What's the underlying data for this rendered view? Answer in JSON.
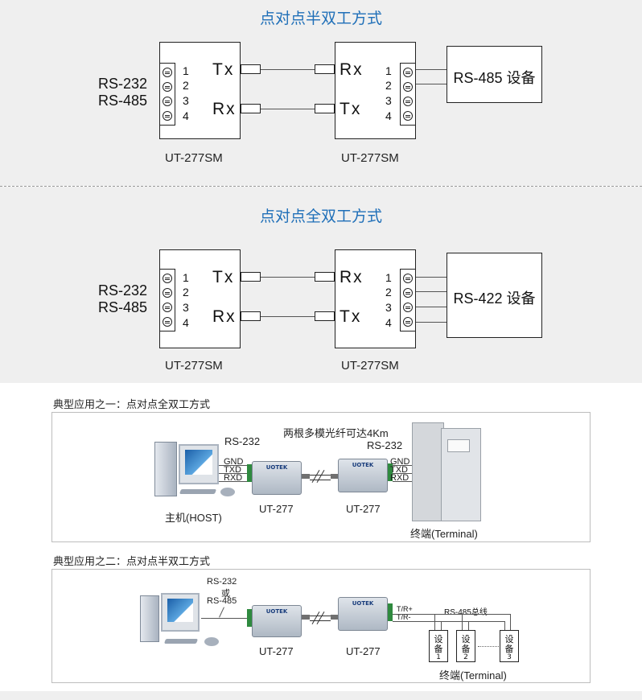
{
  "half_duplex": {
    "title": "点对点半双工方式",
    "left_labels": [
      "RS-232",
      "RS-485"
    ],
    "left_pins": [
      "1",
      "2",
      "3",
      "4"
    ],
    "left_tx": "Tx",
    "left_rx": "Rx",
    "right_rx": "Rx",
    "right_tx": "Tx",
    "right_pins": [
      "1",
      "2",
      "3",
      "4"
    ],
    "left_caption": "UT-277SM",
    "right_caption": "UT-277SM",
    "device": "RS-485 设备"
  },
  "full_duplex": {
    "title": "点对点全双工方式",
    "left_labels": [
      "RS-232",
      "RS-485"
    ],
    "left_pins": [
      "1",
      "2",
      "3",
      "4"
    ],
    "left_tx": "Tx",
    "left_rx": "Rx",
    "right_rx": "Rx",
    "right_tx": "Tx",
    "right_pins": [
      "1",
      "2",
      "3",
      "4"
    ],
    "left_caption": "UT-277SM",
    "right_caption": "UT-277SM",
    "device": "RS-422 设备"
  },
  "app1": {
    "title": "典型应用之一：点对点全双工方式",
    "rs232_left": "RS-232",
    "fiber_label": "两根多模光纤可达4Km",
    "rs232_right": "RS-232",
    "left_signals": [
      "GND",
      "TXD",
      "RXD"
    ],
    "right_signals": [
      "GND",
      "TXD",
      "RXD"
    ],
    "host_caption": "主机(HOST)",
    "left_device": "UT-277",
    "right_device": "UT-277",
    "terminal_caption": "终端(Terminal)",
    "brand": "UOTEK"
  },
  "app2": {
    "title": "典型应用之二：点对点半双工方式",
    "iface_line1": "RS-232",
    "iface_line2": "或",
    "iface_line3": "RS-485",
    "left_device": "UT-277",
    "right_device": "UT-277",
    "tr_plus": "T/R+",
    "tr_minus": "T/R-",
    "bus_label": "RS-485总线",
    "equipment": [
      {
        "line1": "设",
        "line2": "备",
        "num": "1"
      },
      {
        "line1": "设",
        "line2": "备",
        "num": "2"
      },
      {
        "line1": "设",
        "line2": "备",
        "num": "3"
      }
    ],
    "terminal_caption": "终端(Terminal)",
    "brand": "UOTEK"
  }
}
